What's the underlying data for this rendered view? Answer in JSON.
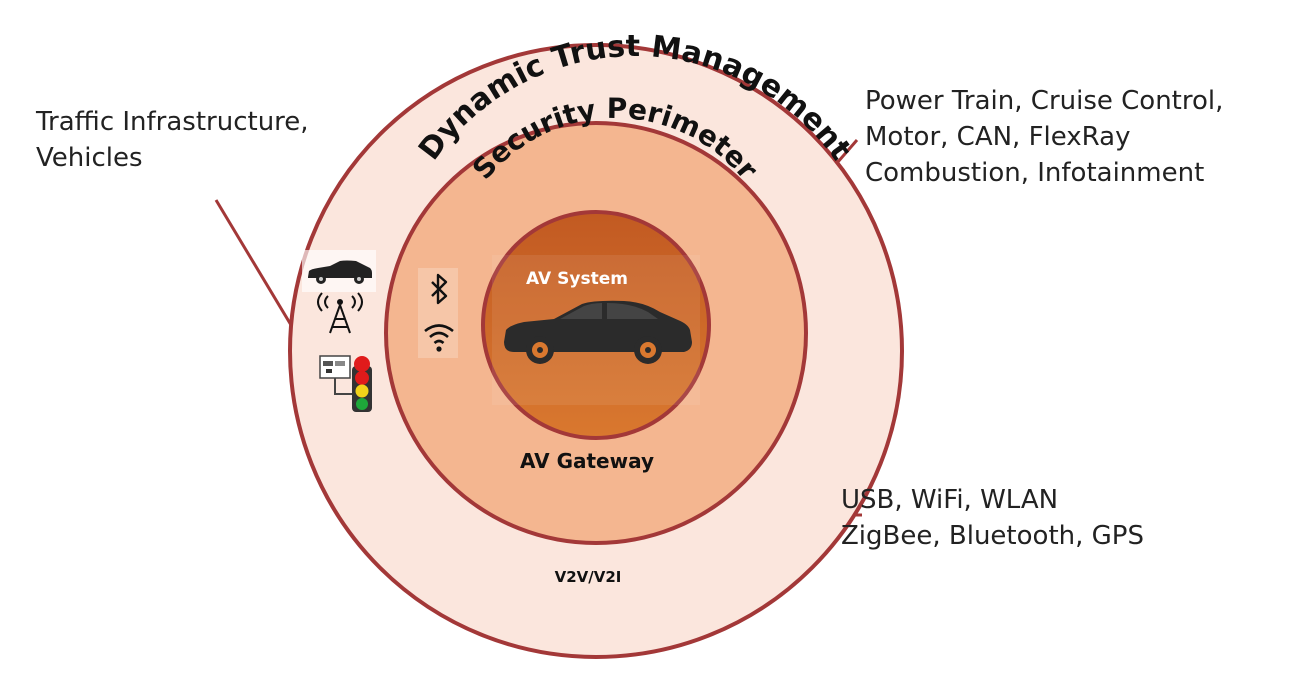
{
  "rings": {
    "outer_label": "Dynamic Trust Management",
    "middle_label": "Security Perimeter",
    "inner_label": "AV System",
    "gateway_label": "AV Gateway",
    "v2x_label": "V2V/V2I"
  },
  "callouts": {
    "traffic": [
      "Traffic Infrastructure,",
      "Vehicles"
    ],
    "internal": [
      "Power Train, Cruise Control,",
      "Motor, CAN, FlexRay",
      "Combustion, Infotainment"
    ],
    "external": [
      "USB, WiFi, WLAN",
      "ZigBee, Bluetooth, GPS"
    ]
  },
  "icons": {
    "outer": [
      "car-icon",
      "antenna-tower-icon",
      "traffic-light-icon"
    ],
    "middle": [
      "bluetooth-icon",
      "wifi-icon"
    ],
    "center": "car-silhouette-icon"
  },
  "colors": {
    "outer_ring": "#fbe6dd",
    "middle_ring": "#f4b690",
    "inner_circle": "#cf6a2a",
    "ring_stroke": "#a33838",
    "callout_line": "#a33838"
  }
}
